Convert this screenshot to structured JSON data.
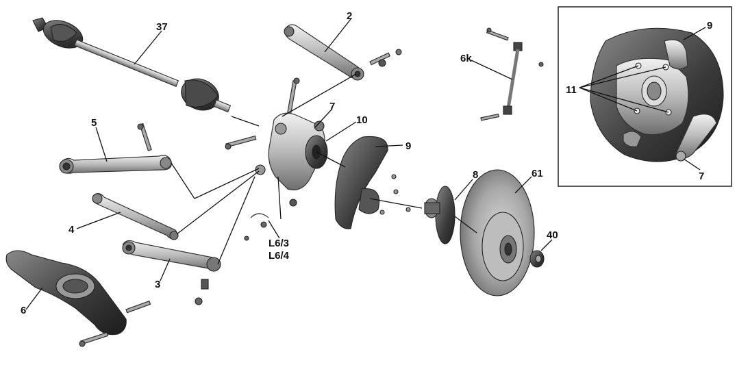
{
  "diagram": {
    "labels": {
      "drive_shaft": "37",
      "upper_link": "2",
      "stabilizer_link": "6k",
      "wheel_carrier": "7",
      "wheel_bearing": "10",
      "splash_shield": "9",
      "front_lower_link": "5",
      "rear_upper_link": "4",
      "tie_rod": "3",
      "spring_link": "6",
      "speed_sensor": "L6/3",
      "speed_sensor_2": "L6/4",
      "wheel_hub": "8",
      "brake_disc": "61",
      "collar_nut": "40"
    },
    "inset": {
      "splash_shield": "9",
      "bolts": "11",
      "wheel_carrier": "7"
    }
  }
}
